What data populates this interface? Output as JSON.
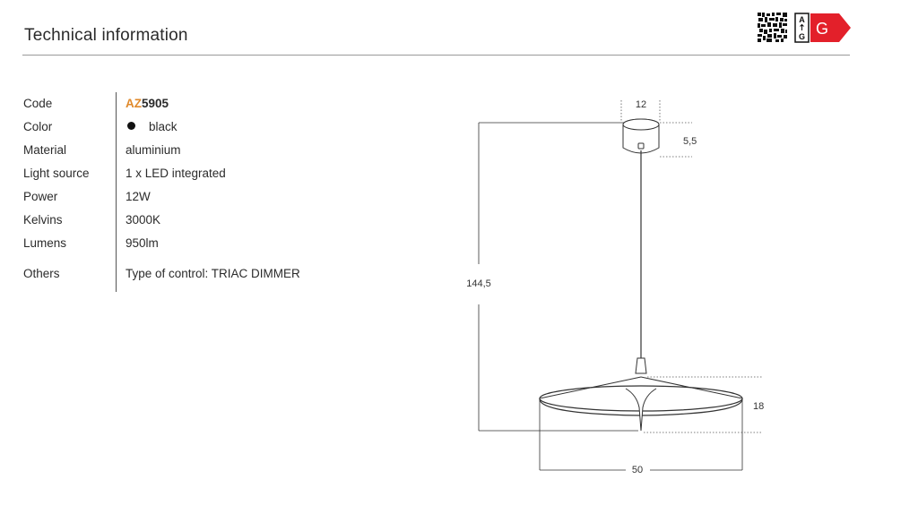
{
  "header": {
    "title": "Technical information",
    "energy_class": "G",
    "energy_scale_top": "A",
    "energy_scale_bottom": "G",
    "energy_color": "#e3202a"
  },
  "specs": [
    {
      "label": "Code",
      "value_prefix": "AZ",
      "value_rest": "5905"
    },
    {
      "label": "Color",
      "value": "black",
      "swatch": "#111111"
    },
    {
      "label": "Material",
      "value": "aluminium"
    },
    {
      "label": "Light source",
      "value": "1 x LED integrated"
    },
    {
      "label": "Power",
      "value": "12W"
    },
    {
      "label": "Kelvins",
      "value": "3000K"
    },
    {
      "label": "Lumens",
      "value": "950lm"
    },
    {
      "label": "Others",
      "value": "Type of control: TRIAC DIMMER"
    }
  ],
  "dimensions": {
    "canopy_width": "12",
    "canopy_height": "5,5",
    "total_height": "144,5",
    "shade_height": "18",
    "shade_width": "50"
  },
  "colors": {
    "code_prefix": "#e08a2c",
    "rule": "#9a9a9a"
  }
}
